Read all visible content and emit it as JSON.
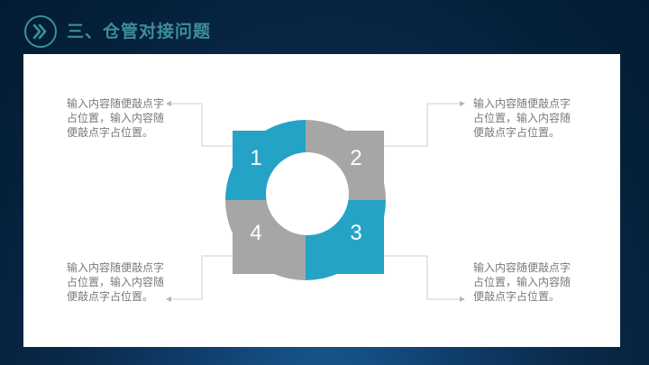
{
  "header": {
    "icon": "double-chevron-right-icon",
    "title": "三、仓管对接问题"
  },
  "colors": {
    "accent_blue": "#25a3c6",
    "segment_gray": "#a6a6a6",
    "header_teal": "#3e8e9a",
    "text_gray": "#7a7a7a",
    "connector_gray": "#cfcfcf",
    "background_navy": "#031c34"
  },
  "diagram": {
    "segments": [
      {
        "number": "1",
        "color": "#25a3c6",
        "text": "输入内容随便敲点字占位置，输入内容随便敲点字占位置。"
      },
      {
        "number": "2",
        "color": "#a6a6a6",
        "text": "输入内容随便敲点字占位置，输入内容随便敲点字占位置。"
      },
      {
        "number": "3",
        "color": "#25a3c6",
        "text": "输入内容随便敲点字占位置，输入内容随便敲点字占位置。"
      },
      {
        "number": "4",
        "color": "#a6a6a6",
        "text": "输入内容随便敲点字占位置，输入内容随便敲点字占位置。"
      }
    ]
  }
}
